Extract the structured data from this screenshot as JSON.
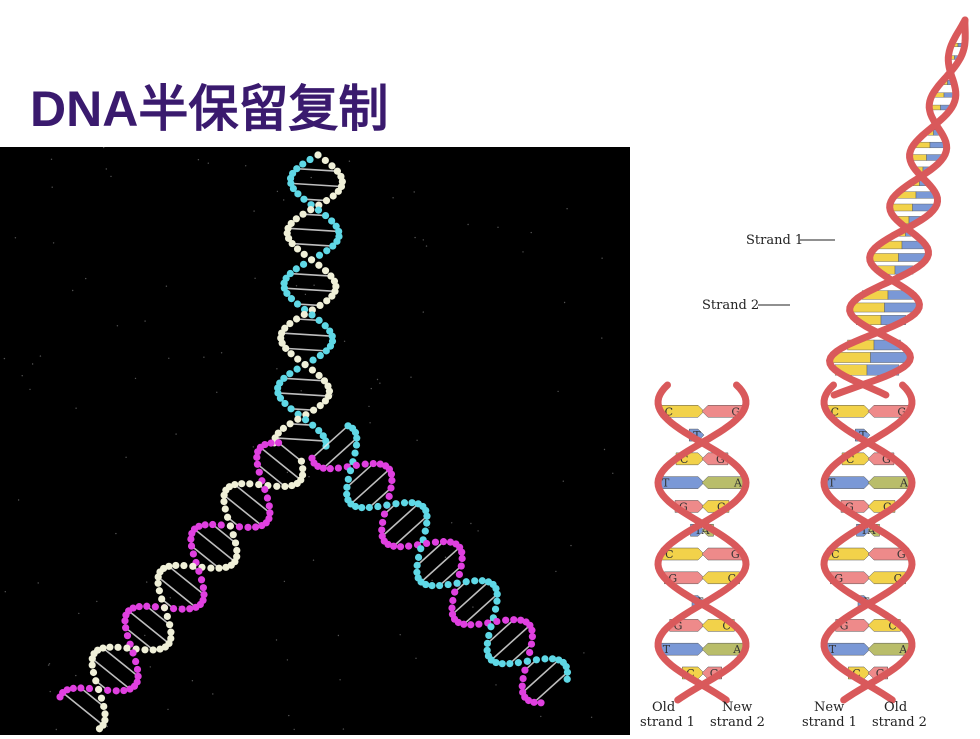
{
  "slide": {
    "title": "DNA半保留复制",
    "title_color": "#3a1a6e"
  },
  "photo": {
    "background": "#000000",
    "strand_colors": {
      "parent_a": "#5fd8e6",
      "parent_b": "#f0f0d8",
      "new": "#e040e0"
    }
  },
  "diagram": {
    "backbone_color": "#d9595b",
    "labels": {
      "strand1": "Strand 1",
      "strand2": "Strand 2",
      "old_strand1": [
        "Old",
        "strand 1"
      ],
      "new_strand2": [
        "New",
        "strand 2"
      ],
      "new_strand1": [
        "New",
        "strand 1"
      ],
      "old_strand2": [
        "Old",
        "strand 2"
      ]
    },
    "left_daughter_bases": [
      [
        "C",
        "G"
      ],
      [
        "T",
        ""
      ],
      [
        "C",
        "G"
      ],
      [
        "T",
        "A"
      ],
      [
        "G",
        "C"
      ],
      [
        "T",
        "A"
      ],
      [
        "C",
        "G"
      ],
      [
        "G",
        "C"
      ],
      [
        "T",
        ""
      ],
      [
        "G",
        "C"
      ],
      [
        "T",
        "A"
      ],
      [
        "C",
        "G"
      ]
    ],
    "right_daughter_bases": [
      [
        "C",
        "G"
      ],
      [
        "T",
        ""
      ],
      [
        "C",
        "G"
      ],
      [
        "T",
        "A"
      ],
      [
        "G",
        "C"
      ],
      [
        "T",
        "A"
      ],
      [
        "C",
        "G"
      ],
      [
        "G",
        "C"
      ],
      [
        "T",
        ""
      ],
      [
        "G",
        "C"
      ],
      [
        "T",
        "A"
      ],
      [
        "C",
        "G"
      ]
    ]
  }
}
